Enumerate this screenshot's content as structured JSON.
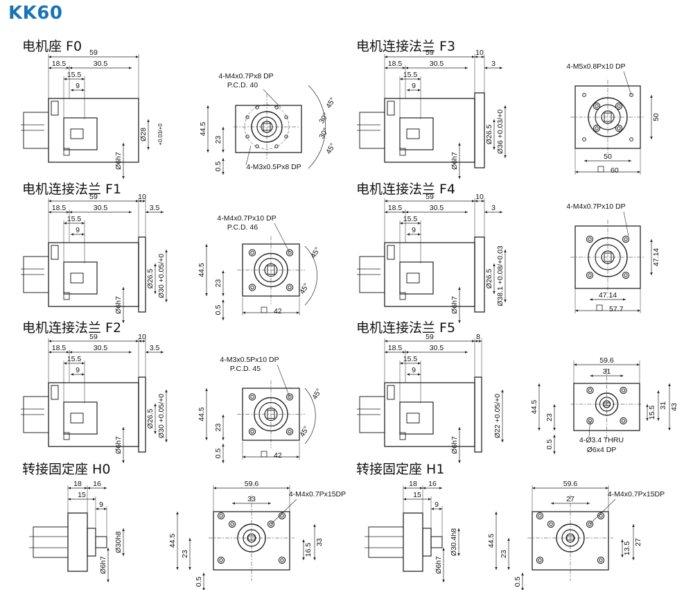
{
  "title": "KK60",
  "sections": [
    {
      "heading": "电机座 F0",
      "side_dims": {
        "total": "59",
        "d1": "18.5",
        "d2": "30.5",
        "d3": "15.5",
        "d4": "9",
        "pilot": "Ø28",
        "tol": "+0.03/+0",
        "bore": "Ø6h7"
      },
      "front": {
        "callout_top": "4-M4x0.7Px8 DP",
        "pcd": "P.C.D. 40",
        "callout_bottom": "4-M3x0.5Px8 DP",
        "h1": "44.5",
        "h2": "23",
        "h3": "0.5",
        "angles": [
          "45°",
          "30°",
          "30°",
          "45°"
        ]
      }
    },
    {
      "heading": "电机连接法兰 F3",
      "side_dims": {
        "total": "59",
        "flange": "10",
        "d1": "18.5",
        "d2": "30.5",
        "step": "3",
        "d3": "15.5",
        "d4": "9",
        "pilot": "Ø26.5",
        "outer": "Ø36",
        "tol": "+0.03/+0",
        "bore": "Ø6h7"
      },
      "front": {
        "callout_top": "4-M5x0.8Px10 DP",
        "w": "50",
        "h": "50",
        "sq": "60"
      }
    },
    {
      "heading": "电机连接法兰 F1",
      "side_dims": {
        "total": "59",
        "flange": "10",
        "d1": "18.5",
        "d2": "30.5",
        "step": "3.5",
        "d3": "15.5",
        "d4": "9",
        "pilot": "Ø26.5",
        "outer": "Ø30",
        "tol": "+0.05/+0",
        "bore": "Ø6h7"
      },
      "front": {
        "callout_top": "4-M4x0.7Px10 DP",
        "pcd": "P.C.D. 46",
        "h1": "44.5",
        "h2": "23",
        "h3": "0.5",
        "sq": "42",
        "angles": [
          "45°",
          "45°"
        ]
      }
    },
    {
      "heading": "电机连接法兰 F4",
      "side_dims": {
        "total": "59",
        "flange": "10",
        "d1": "18.5",
        "d2": "30.5",
        "step": "3",
        "d3": "15.5",
        "d4": "9",
        "pilot": "Ø26.5",
        "outer": "Ø38.1",
        "tol": "+0.08/+0.03",
        "bore": "Ø6h7"
      },
      "front": {
        "callout_top": "4-M4x0.7Px10 DP",
        "w": "47.14",
        "h": "47.14",
        "sq": "57.7"
      }
    },
    {
      "heading": "电机连接法兰 F2",
      "side_dims": {
        "total": "59",
        "flange": "10",
        "d1": "18.5",
        "d2": "30.5",
        "step": "3.5",
        "d3": "15.5",
        "d4": "9",
        "pilot": "Ø26.5",
        "outer": "Ø30",
        "tol": "+0.05/+0",
        "bore": "Ø6h7"
      },
      "front": {
        "callout_top": "4-M3x0.5Px10 DP",
        "pcd": "P.C.D. 45",
        "h1": "44.5",
        "h2": "23",
        "h3": "0.5",
        "sq": "42",
        "angles": [
          "45°",
          "45°"
        ]
      }
    },
    {
      "heading": "电机连接法兰 F5",
      "side_dims": {
        "total": "59",
        "flange": "8",
        "d1": "18.5",
        "d2": "30.5",
        "d3": "15.5",
        "d4": "9",
        "outer": "Ø22",
        "tol": "+0.05/+0",
        "bore": "Ø6h7"
      },
      "front": {
        "w": "59.6",
        "w2": "31",
        "h1": "44.5",
        "h2": "23",
        "h3": "0.5",
        "r1": "15.5",
        "r2": "31",
        "r3": "43",
        "callout1": "4-Ø3.4 THRU",
        "callout2": "Ø6x4 DP"
      }
    },
    {
      "heading": "转接固定座 H0",
      "side_dims": {
        "a": "18",
        "b": "16",
        "c": "15",
        "d": "9",
        "shaft": "Ø30h8",
        "bore": "Ø6h7"
      },
      "front": {
        "callout_top": "4-M4x0.7Px15DP",
        "w": "59.6",
        "w2": "33",
        "h1": "44.5",
        "h2": "23",
        "h3": "0.5",
        "r1": "16.5",
        "r2": "33"
      }
    },
    {
      "heading": "转接固定座 H1",
      "side_dims": {
        "a": "18",
        "b": "16",
        "c": "15",
        "d": "9",
        "shaft": "Ø30.4h8",
        "bore": "Ø6h7"
      },
      "front": {
        "callout_top": "4-M4x0.7Px15DP",
        "w": "59.6",
        "w2": "27",
        "h1": "44.5",
        "h2": "23",
        "h3": "0.5",
        "r1": "13.5",
        "r2": "27"
      }
    }
  ],
  "colors": {
    "title": "#1a73b6",
    "line": "#222222"
  }
}
